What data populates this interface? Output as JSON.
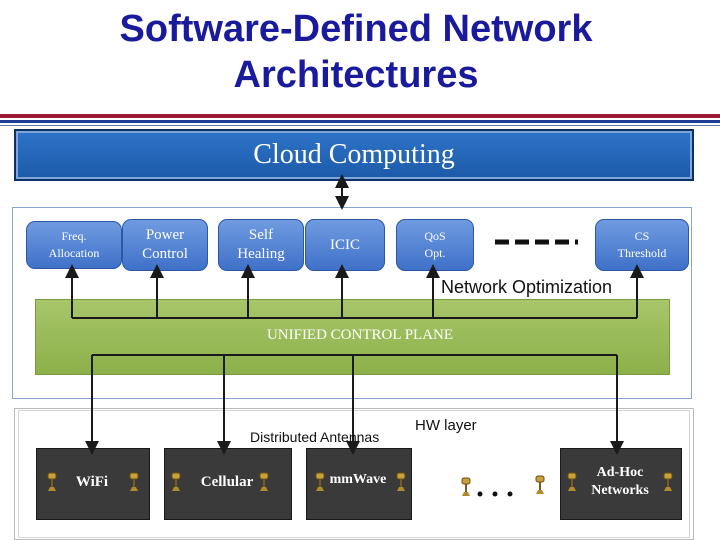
{
  "title_line1": "Software-Defined Network",
  "title_line2": "Architectures",
  "cloud_label": "Cloud Computing",
  "optimization_boxes": [
    {
      "line1": "Freq.",
      "line2": "Allocation"
    },
    {
      "line1": "Power",
      "line2": "Control"
    },
    {
      "line1": "Self",
      "line2": "Healing"
    },
    {
      "line1": "ICIC",
      "line2": ""
    },
    {
      "line1": "QoS",
      "line2": "Opt."
    },
    {
      "line1": "CS",
      "line2": "Threshold"
    }
  ],
  "network_optimization_label": "Network Optimization",
  "control_plane_label": "UNIFIED CONTROL PLANE",
  "hw_layer_label": "HW layer",
  "distributed_antennas_label": "Distributed Antennas",
  "hw_boxes": [
    {
      "label": "WiFi"
    },
    {
      "label": "Cellular"
    },
    {
      "label": "mmWave"
    },
    {
      "label_line1": "Ad-Hoc",
      "label_line2": "Networks"
    }
  ],
  "colors": {
    "title": "#1a1a9c",
    "cloud": "#2e74c9",
    "opt_box": "#4f81d0",
    "control_plane": "#9bbb59",
    "hw_box": "#3a3a3a"
  },
  "icons": [
    "antenna-icon",
    "ellipsis-icon",
    "dashed-separator"
  ]
}
